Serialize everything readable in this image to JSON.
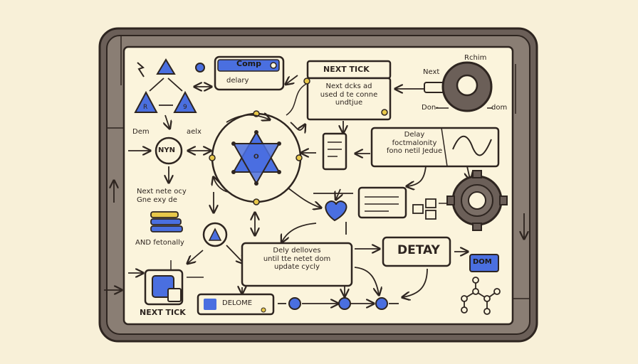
{
  "colors": {
    "background": "#f8f0d8",
    "frame": "#6b5f58",
    "panel": "#fbf4dc",
    "ink": "#2e2520",
    "blue": "#4a6fe0",
    "yellow": "#e8c84a"
  },
  "labels": {
    "comp": "Comp",
    "delary": "delary",
    "next_tick_top": "NEXT TICK",
    "next_tick_body": "Next dcks ad\nused d te conne\nundtjue",
    "rchim": "Rchim",
    "next_right": "Next",
    "dom_left": "Don-",
    "dom_right": "dom",
    "tri_r": "R",
    "tri_9": "9",
    "dem": "Dem",
    "aelx": "aelx",
    "nyn": "NYN",
    "star_o": "O",
    "next_note": "Next nete ocy\nGne exy de",
    "delay_func": "Delay\nfoctmalonity\nfono netil Jedue",
    "and_fetonally": "AND fetonally",
    "dely_box": "Dely delloves\nuntil tte netet dom\nupdate cycly",
    "detay": "DETAY",
    "dom_badge": "DOM",
    "next_tick_bottom": "NEXT TICK",
    "delome": "DELOME"
  },
  "icons": [
    "lightning-icon",
    "triangle-icon",
    "star-of-david-icon",
    "heart-icon",
    "gear-icon",
    "ring-icon",
    "document-icon",
    "stack-icon",
    "molecule-icon",
    "wave-icon"
  ]
}
